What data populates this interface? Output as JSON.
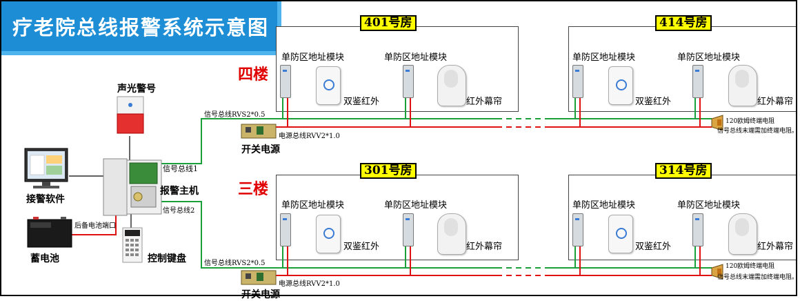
{
  "title": "疗老院总线报警系统示意图",
  "floors": {
    "f4": "四楼",
    "f3": "三楼"
  },
  "rooms": {
    "r401": "401号房",
    "r414": "414号房",
    "r301": "301号房",
    "r314": "314号房"
  },
  "module_label": "单防区地址模块",
  "dual_ir": "双鉴红外",
  "curtain_ir": "红外幕帘",
  "devices": {
    "siren": "声光警号",
    "alarm_host": "报警主机",
    "software": "接警软件",
    "battery": "蓄电池",
    "keypad": "控制键盘",
    "psu": "开关电源",
    "backup_port": "后备电池端口",
    "bus1": "信号总线1",
    "bus2": "信号总线2"
  },
  "wires": {
    "signal_bus": "信号总线RVS2*0.5",
    "power_bus": "电源总线RVV2*1.0",
    "resistor": "120欧姆终端电阻",
    "resistor_note": "信号总线末端需加终端电阻。"
  },
  "colors": {
    "signal": "#1aa03a",
    "power": "#e01010",
    "title_bg": "#1d8ed6",
    "room_tag": "#ffff00",
    "floor_label": "#e00000"
  }
}
